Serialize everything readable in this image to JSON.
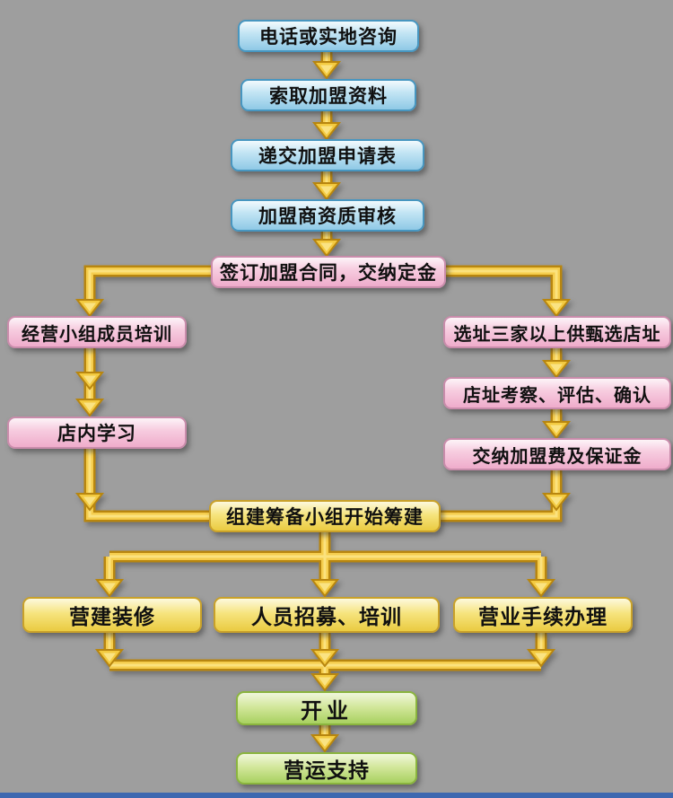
{
  "diagram": {
    "title": "franchise-joining-process-flowchart",
    "colors": {
      "background": "#9e9e9e",
      "arrow_gold": "#f5cd4e",
      "arrow_outline": "#b8860f",
      "footer_bar": "#3e68b0",
      "node_blue_border": "#4796c0",
      "node_pink_border": "#c98cab",
      "node_yellow_border": "#c9a12a",
      "node_green_border": "#8ab43e"
    },
    "nodes": {
      "consult": {
        "label": "电话或实地咨询",
        "type": "blue"
      },
      "materials": {
        "label": "索取加盟资料",
        "type": "blue"
      },
      "application": {
        "label": "递交加盟申请表",
        "type": "blue"
      },
      "review": {
        "label": "加盟商资质审核",
        "type": "blue"
      },
      "contract": {
        "label": "签订加盟合同，交纳定金",
        "type": "pink"
      },
      "team_training": {
        "label": "经营小组成员培训",
        "type": "pink"
      },
      "store_learning": {
        "label": "店内学习",
        "type": "pink"
      },
      "site_selection": {
        "label": "选址三家以上供甄选店址",
        "type": "pink"
      },
      "site_evaluation": {
        "label": "店址考察、评估、确认",
        "type": "pink"
      },
      "fee_payment": {
        "label": "交纳加盟费及保证金",
        "type": "pink"
      },
      "prep_team": {
        "label": "组建筹备小组开始筹建",
        "type": "yellow"
      },
      "construction": {
        "label": "营建装修",
        "type": "yellow"
      },
      "recruitment": {
        "label": "人员招募、培训",
        "type": "yellow"
      },
      "license": {
        "label": "营业手续办理",
        "type": "yellow"
      },
      "opening": {
        "label": "开业",
        "type": "green"
      },
      "support": {
        "label": "营运支持",
        "type": "green"
      }
    },
    "edges": [
      {
        "from": "consult",
        "to": "materials"
      },
      {
        "from": "materials",
        "to": "application"
      },
      {
        "from": "application",
        "to": "review"
      },
      {
        "from": "review",
        "to": "contract"
      },
      {
        "from": "contract",
        "to": "team_training"
      },
      {
        "from": "contract",
        "to": "site_selection"
      },
      {
        "from": "team_training",
        "to": "store_learning"
      },
      {
        "from": "site_selection",
        "to": "site_evaluation"
      },
      {
        "from": "site_evaluation",
        "to": "fee_payment"
      },
      {
        "from": "store_learning",
        "to": "prep_team"
      },
      {
        "from": "fee_payment",
        "to": "prep_team"
      },
      {
        "from": "prep_team",
        "to": "construction"
      },
      {
        "from": "prep_team",
        "to": "recruitment"
      },
      {
        "from": "prep_team",
        "to": "license"
      },
      {
        "from": "construction",
        "to": "opening"
      },
      {
        "from": "recruitment",
        "to": "opening"
      },
      {
        "from": "license",
        "to": "opening"
      },
      {
        "from": "opening",
        "to": "support"
      }
    ]
  }
}
